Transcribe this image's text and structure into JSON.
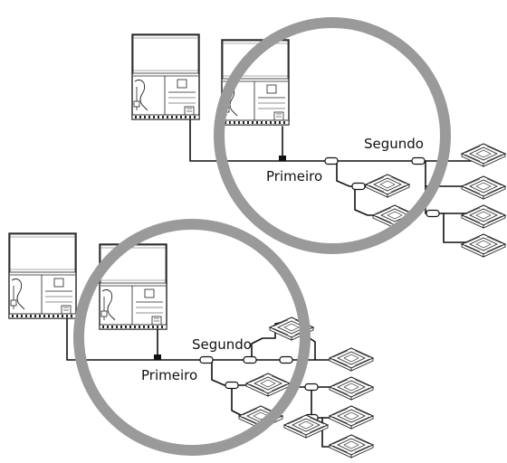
{
  "labels": {
    "primeiro": "Primeiro",
    "segundo": "Segundo"
  },
  "colors": {
    "highlight_circle": "#9a9a9a",
    "pipe": "#111111",
    "line_art": "#222222",
    "background": "#ffffff"
  },
  "systems": [
    {
      "name": "top-system",
      "outdoor_units": 2,
      "indoor_units": 6
    },
    {
      "name": "bottom-system",
      "outdoor_units": 2,
      "indoor_units": 8
    }
  ]
}
